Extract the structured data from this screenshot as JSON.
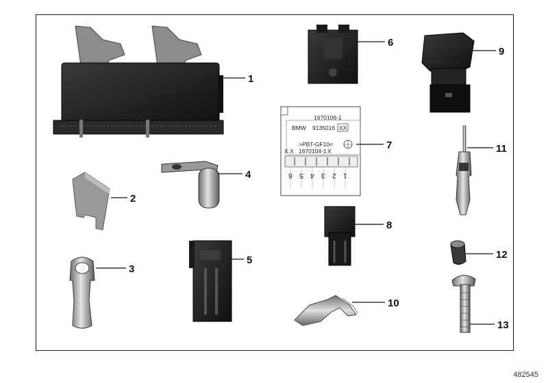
{
  "doc_number": "482545",
  "callouts": [
    "1",
    "2",
    "3",
    "4",
    "5",
    "6",
    "7",
    "8",
    "9",
    "10",
    "11",
    "12",
    "13"
  ],
  "label_7": {
    "part_number_top": "1670106-1",
    "brand": "BMW",
    "bmw_number": "9135016",
    "box_code": "XX",
    "material": ">PBT-GF10<",
    "code_left": "X.X",
    "part_number_bottom": "1670104-1",
    "code_right": "X",
    "pin_numbers_left": "6 5 4 3 2 1",
    "pins": [
      "6",
      "5",
      "4",
      "3",
      "2",
      "1"
    ]
  },
  "colors": {
    "frame": "#1a1a1a",
    "part_dark": "#1e1e1e",
    "part_grey": "#8c8c8c",
    "metal": "#b5b5b5"
  }
}
